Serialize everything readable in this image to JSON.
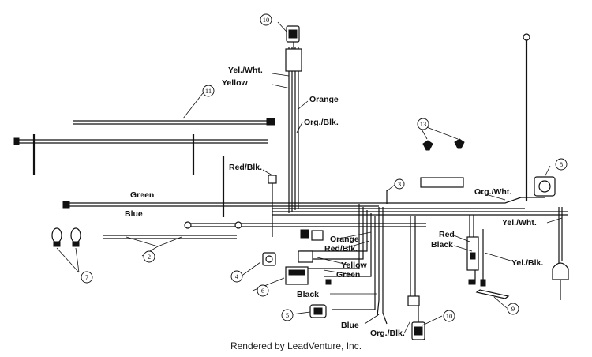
{
  "wire_labels": {
    "yel_wht_top": "Yel./Wht.",
    "yellow_top": "Yellow",
    "orange_top": "Orange",
    "org_blk_top": "Org./Blk.",
    "red_blk": "Red/Blk.",
    "green_left": "Green",
    "blue_left": "Blue",
    "org_wht": "Org./Wht.",
    "orange_mid": "Orange",
    "red_blk_mid": "Red/Blk.",
    "yellow_mid": "Yellow",
    "green_mid": "Green",
    "black_mid": "Black",
    "red_right": "Red",
    "black_right": "Black",
    "yel_wht_right": "Yel./Wht.",
    "yel_blk_right": "Yel./Blk.",
    "blue_bottom": "Blue",
    "org_blk_bottom": "Org./Blk."
  },
  "callouts": {
    "c2": "2",
    "c3": "3",
    "c4": "4",
    "c5": "5",
    "c6": "6",
    "c7": "7",
    "c8": "8",
    "c9": "9",
    "c10_top": "10",
    "c10_bottom": "10",
    "c11": "11",
    "c13": "13"
  },
  "footer": "Rendered by LeadVenture, Inc."
}
